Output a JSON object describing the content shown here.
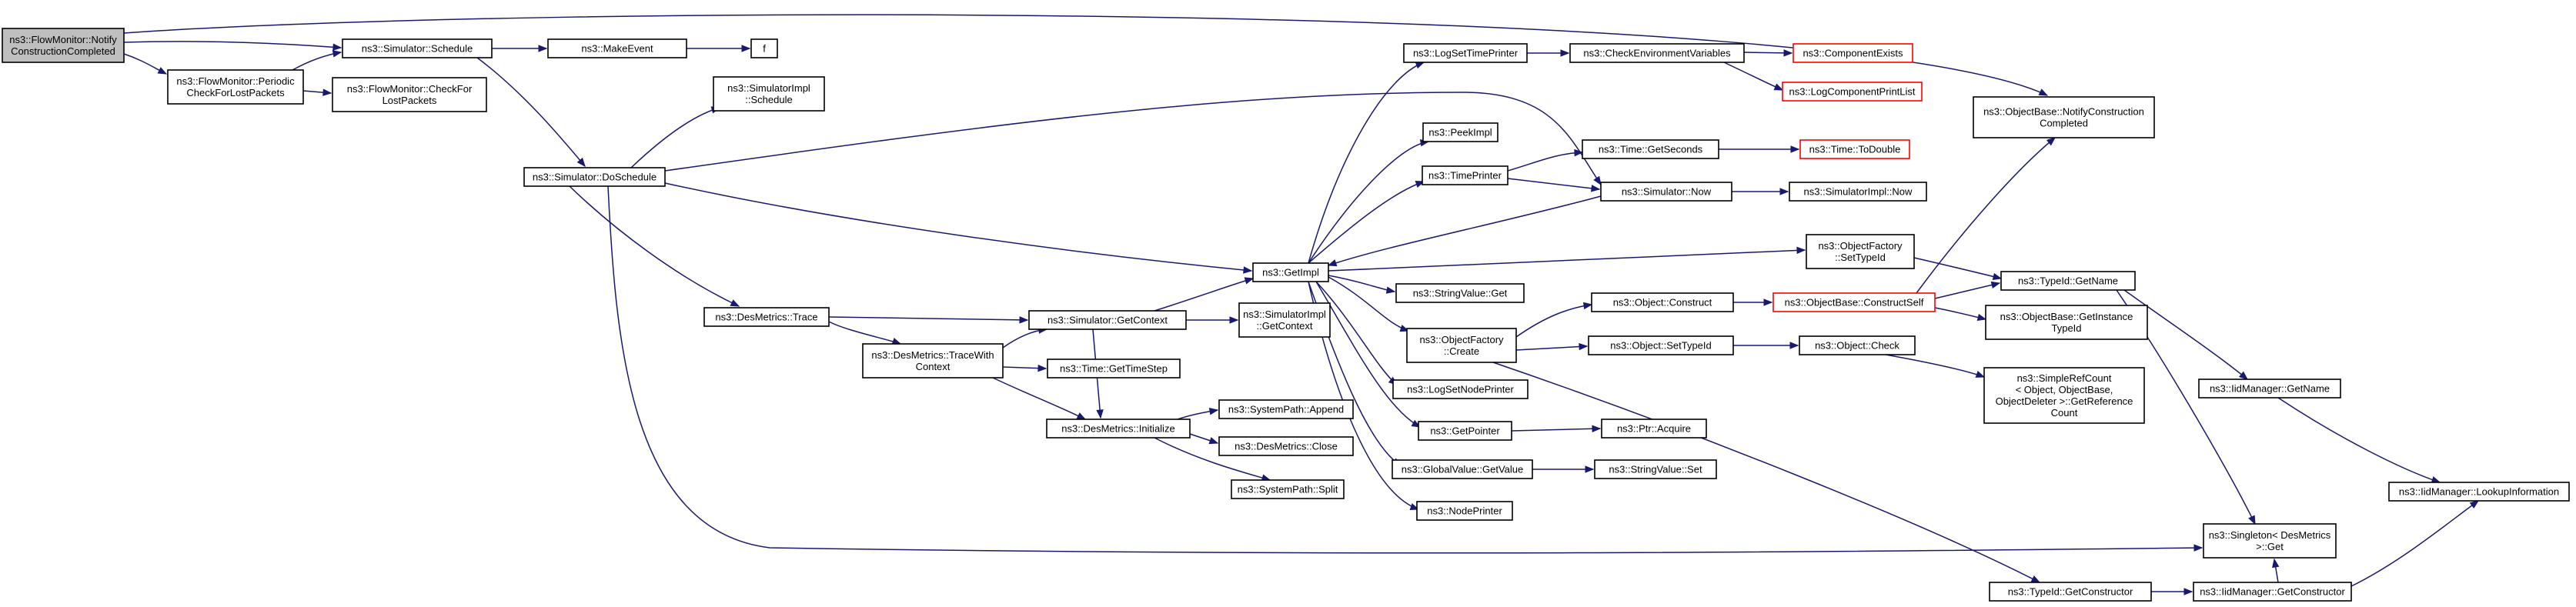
{
  "colors": {
    "edge": "#191970",
    "root_fill": "#bfbfbf",
    "missing_stroke": "#ff0000",
    "node_stroke": "#000000"
  },
  "nodes": {
    "flowmonitor_notify": [
      "ns3::FlowMonitor::Notify",
      "ConstructionCompleted"
    ],
    "simulator_schedule": [
      "ns3::Simulator::Schedule"
    ],
    "makeevent": [
      "ns3::MakeEvent"
    ],
    "f": [
      "f"
    ],
    "periodic_check": [
      "ns3::FlowMonitor::Periodic",
      "CheckForLostPackets"
    ],
    "check_lost": [
      "ns3::FlowMonitor::CheckFor",
      "LostPackets"
    ],
    "simimpl_schedule": [
      "ns3::SimulatorImpl",
      "::Schedule"
    ],
    "doschedule": [
      "ns3::Simulator::DoSchedule"
    ],
    "desmetrics_trace": [
      "ns3::DesMetrics::Trace"
    ],
    "trace_with_context": [
      "ns3::DesMetrics::TraceWith",
      "Context"
    ],
    "getcontext": [
      "ns3::Simulator::GetContext"
    ],
    "simimpl_getcontext": [
      "ns3::SimulatorImpl",
      "::GetContext"
    ],
    "time_gettimestep": [
      "ns3::Time::GetTimeStep"
    ],
    "desmetrics_initialize": [
      "ns3::DesMetrics::Initialize"
    ],
    "systempath_append": [
      "ns3::SystemPath::Append"
    ],
    "desmetrics_close": [
      "ns3::DesMetrics::Close"
    ],
    "systempath_split": [
      "ns3::SystemPath::Split"
    ],
    "getimpl": [
      "ns3::GetImpl"
    ],
    "logsettimeprinter": [
      "ns3::LogSetTimePrinter"
    ],
    "peekimpl": [
      "ns3::PeekImpl"
    ],
    "timeprinter": [
      "ns3::TimePrinter"
    ],
    "stringvalue_get": [
      "ns3::StringValue::Get"
    ],
    "objectfactory_create": [
      "ns3::ObjectFactory",
      "::Create"
    ],
    "logsetnodeprinter": [
      "ns3::LogSetNodePrinter"
    ],
    "getpointer": [
      "ns3::GetPointer"
    ],
    "globalvalue_getvalue": [
      "ns3::GlobalValue::GetValue"
    ],
    "nodeprinter": [
      "ns3::NodePrinter"
    ],
    "check_env": [
      "ns3::CheckEnvironmentVariables"
    ],
    "component_exists": [
      "ns3::ComponentExists"
    ],
    "log_component_print": [
      "ns3::LogComponentPrintList"
    ],
    "time_getseconds": [
      "ns3::Time::GetSeconds"
    ],
    "time_todouble": [
      "ns3::Time::ToDouble"
    ],
    "simulator_now": [
      "ns3::Simulator::Now"
    ],
    "simimpl_now": [
      "ns3::SimulatorImpl::Now"
    ],
    "objectfactory_settypeid": [
      "ns3::ObjectFactory",
      "::SetTypeId"
    ],
    "object_construct": [
      "ns3::Object::Construct"
    ],
    "object_settypeid": [
      "ns3::Object::SetTypeId"
    ],
    "objectbase_constructself": [
      "ns3::ObjectBase::ConstructSelf"
    ],
    "object_check": [
      "ns3::Object::Check"
    ],
    "ptr_acquire": [
      "ns3::Ptr::Acquire"
    ],
    "stringvalue_set": [
      "ns3::StringValue::Set"
    ],
    "objectbase_notify": [
      "ns3::ObjectBase::NotifyConstruction",
      "Completed"
    ],
    "typeid_getname": [
      "ns3::TypeId::GetName"
    ],
    "objectbase_getinstance": [
      "ns3::ObjectBase::GetInstance",
      "TypeId"
    ],
    "simplerefcount": [
      "ns3::SimpleRefCount",
      "< Object, ObjectBase,",
      "ObjectDeleter >::GetReference",
      "Count"
    ],
    "iidmanager_getname": [
      "ns3::IidManager::GetName"
    ],
    "singleton_get": [
      "ns3::Singleton< DesMetrics",
      " >::Get"
    ],
    "typeid_getconstructor": [
      "ns3::TypeId::GetConstructor"
    ],
    "iidmanager_getconstructor": [
      "ns3::IidManager::GetConstructor"
    ],
    "iidmanager_lookup": [
      "ns3::IidManager::LookupInformation"
    ]
  }
}
